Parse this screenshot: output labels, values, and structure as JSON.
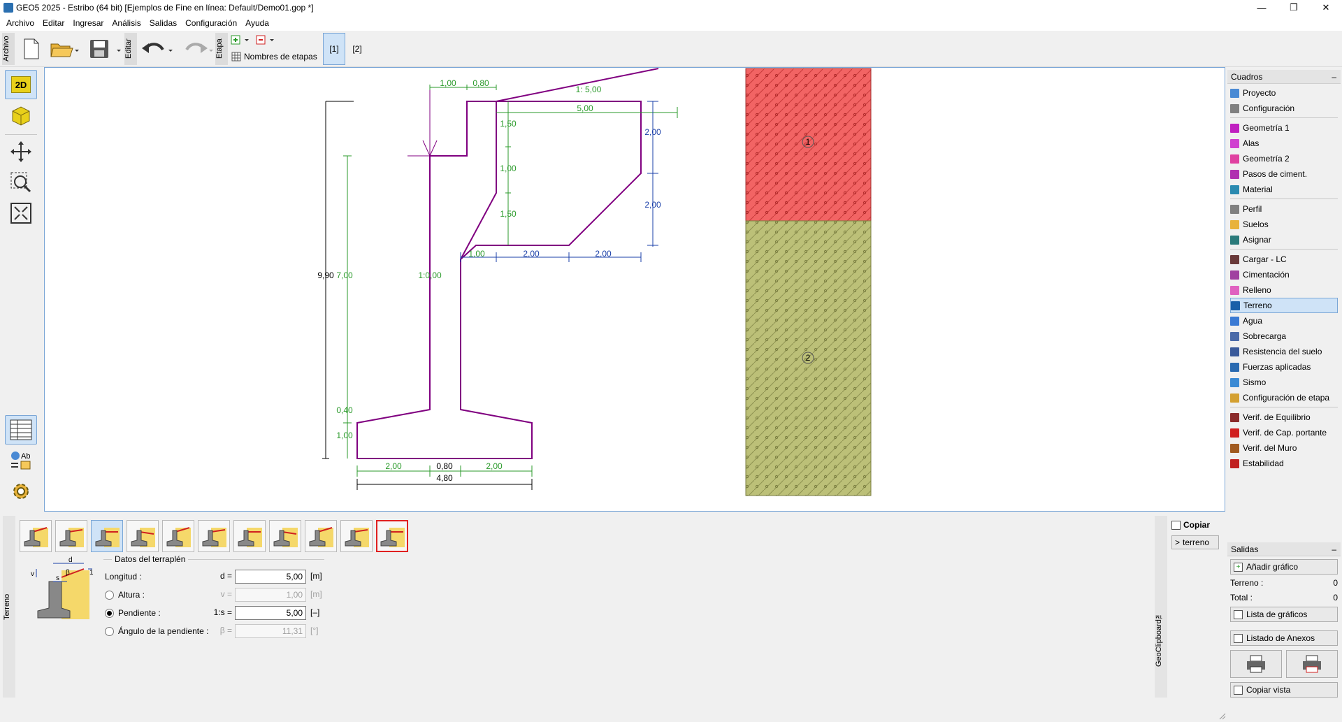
{
  "window": {
    "title": "GEO5 2025 - Estribo (64 bit) [Ejemplos de Fine en línea: Default/Demo01.gop *]"
  },
  "menu": [
    "Archivo",
    "Editar",
    "Ingresar",
    "Análisis",
    "Salidas",
    "Configuración",
    "Ayuda"
  ],
  "toolbar": {
    "archivo_label": "Archivo",
    "editar_label": "Editar",
    "etapa_label": "Etapa",
    "stage_names_label": "Nombres de etapas",
    "stages": [
      "[1]",
      "[2]"
    ]
  },
  "left_tools": {
    "btn_2d": "2D",
    "btn_3d": "3D"
  },
  "drawing": {
    "dims_top": [
      "1,00",
      "0,80",
      "1: 5,00",
      "5,00"
    ],
    "dims_inner_v": [
      "1,50",
      "1,00",
      "1,50"
    ],
    "dims_right_v": [
      "2,00",
      "2,00"
    ],
    "dims_mid_h": [
      "1,00",
      "2,00",
      "2,00"
    ],
    "dim_total_height": "9,90",
    "dim_wall_height": "7,00",
    "wall_slope": "1:0,00",
    "dims_footing_v": [
      "0,40",
      "1,00"
    ],
    "dims_footing_h": [
      "2,00",
      "0,80",
      "2,00"
    ],
    "dim_footing_total": "4,80",
    "layer_labels": [
      "1",
      "2"
    ],
    "colors": {
      "structure": "#800080",
      "dim_green": "#2a9a2a",
      "dim_blue": "#1a3fa8",
      "soil1": "#f26464",
      "soil2": "#bcc078"
    }
  },
  "panel_cuadros": {
    "header": "Cuadros",
    "collapse": "–",
    "groups": [
      [
        {
          "label": "Proyecto",
          "icon": "doc-icon"
        },
        {
          "label": "Configuración",
          "icon": "gear-icon"
        }
      ],
      [
        {
          "label": "Geometría 1",
          "icon": "geometry-icon"
        },
        {
          "label": "Alas",
          "icon": "wings-icon"
        },
        {
          "label": "Geometría 2",
          "icon": "geometry2-icon"
        },
        {
          "label": "Pasos de ciment.",
          "icon": "steps-icon"
        },
        {
          "label": "Material",
          "icon": "material-icon"
        }
      ],
      [
        {
          "label": "Perfil",
          "icon": "profile-icon"
        },
        {
          "label": "Suelos",
          "icon": "soils-icon"
        },
        {
          "label": "Asignar",
          "icon": "assign-icon"
        }
      ],
      [
        {
          "label": "Cargar - LC",
          "icon": "load-icon"
        },
        {
          "label": "Cimentación",
          "icon": "foundation-icon"
        },
        {
          "label": "Relleno",
          "icon": "backfill-icon"
        },
        {
          "label": "Terreno",
          "icon": "terrain-icon",
          "selected": true
        },
        {
          "label": "Agua",
          "icon": "water-icon"
        },
        {
          "label": "Sobrecarga",
          "icon": "surcharge-icon"
        },
        {
          "label": "Resistencia del suelo",
          "icon": "resistance-icon"
        },
        {
          "label": "Fuerzas aplicadas",
          "icon": "forces-icon"
        },
        {
          "label": "Sismo",
          "icon": "earthquake-icon"
        },
        {
          "label": "Configuración de etapa",
          "icon": "stage-config-icon"
        }
      ],
      [
        {
          "label": "Verif. de Equilibrio",
          "icon": "equilibrium-icon"
        },
        {
          "label": "Verif. de Cap. portante",
          "icon": "bearing-icon"
        },
        {
          "label": "Verif. del Muro",
          "icon": "wall-check-icon"
        },
        {
          "label": "Estabilidad",
          "icon": "stability-icon"
        }
      ]
    ]
  },
  "panel_salidas": {
    "header": "Salidas",
    "collapse": "–",
    "add_graphic": "Añadir gráfico",
    "terreno_label": "Terreno :",
    "terreno_count": "0",
    "total_label": "Total :",
    "total_count": "0",
    "list_graphics": "Lista de gráficos",
    "list_annexes": "Listado de Anexos",
    "copy_view": "Copiar vista"
  },
  "bottom": {
    "side_label": "Terreno",
    "group_title": "Datos del terraplén",
    "rows": [
      {
        "label": "Longitud :",
        "symbol": "d =",
        "value": "5,00",
        "unit": "[m]",
        "radio": null,
        "enabled": true
      },
      {
        "label": "Altura :",
        "symbol": "v =",
        "value": "1,00",
        "unit": "[m]",
        "radio": "off",
        "enabled": false
      },
      {
        "label": "Pendiente :",
        "symbol": "1:s =",
        "value": "5,00",
        "unit": "[–]",
        "radio": "on",
        "enabled": true
      },
      {
        "label": "Ángulo de la pendiente :",
        "symbol": "β =",
        "value": "11,31",
        "unit": "[°]",
        "radio": "off",
        "enabled": false
      }
    ],
    "diagram_labels": {
      "d": "d",
      "v": "v",
      "s": "s",
      "beta": "β",
      "one": "1"
    },
    "geoclipboard_label": "GeoClipboard™",
    "copy_label": "Copiar",
    "terreno_btn": "terreno"
  }
}
